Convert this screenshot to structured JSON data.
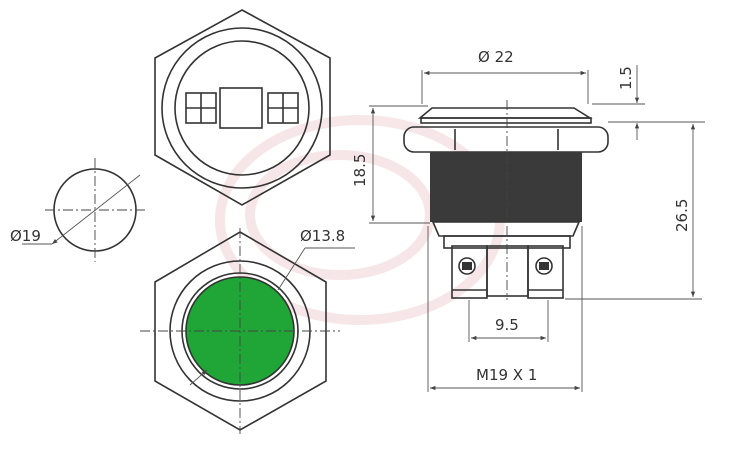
{
  "dimensions": {
    "small_circle_diameter": "Ø19",
    "lens_diameter": "Ø13.8",
    "cap_diameter": "Ø 22",
    "cap_height": "1.5",
    "thread_length": "18.5",
    "total_height": "26.5",
    "terminal_spacing": "9.5",
    "thread_spec": "M19 X 1"
  },
  "colors": {
    "lens": "#1fa637",
    "thread": "#3a3a3a",
    "watermark": "#e9b9bd"
  }
}
